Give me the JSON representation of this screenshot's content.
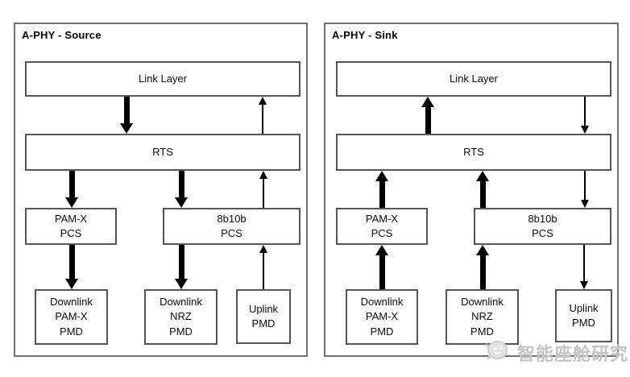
{
  "background": "#ffffff",
  "colors": {
    "panel_border": "#6f6f6f",
    "box_border": "#555555",
    "arrow": "#000000",
    "watermark": "#c3c3c3"
  },
  "panels": {
    "source": {
      "title": "A-PHY - Source",
      "boxes": {
        "link_layer": "Link Layer",
        "rts": "RTS",
        "pam_x_pcs": "PAM-X\nPCS",
        "pcs_8b10b": "8b10b\nPCS",
        "downlink_pam_x_pmd": "Downlink\nPAM-X\nPMD",
        "downlink_nrz_pmd": "Downlink\nNRZ\nPMD",
        "uplink_pmd": "Uplink\nPMD"
      },
      "arrows": [
        {
          "from": "Link Layer",
          "to": "RTS",
          "direction": "down",
          "weight": "thick"
        },
        {
          "from": "RTS",
          "to": "Link Layer",
          "direction": "up",
          "weight": "thin"
        },
        {
          "from": "RTS",
          "to": "PAM-X PCS",
          "direction": "down",
          "weight": "thick"
        },
        {
          "from": "RTS",
          "to": "8b10b PCS",
          "direction": "down",
          "weight": "thick"
        },
        {
          "from": "8b10b PCS",
          "to": "RTS",
          "direction": "up",
          "weight": "thin"
        },
        {
          "from": "PAM-X PCS",
          "to": "Downlink PAM-X PMD",
          "direction": "down",
          "weight": "thick"
        },
        {
          "from": "8b10b PCS",
          "to": "Downlink NRZ PMD",
          "direction": "down",
          "weight": "thick"
        },
        {
          "from": "Uplink PMD",
          "to": "8b10b PCS",
          "direction": "up",
          "weight": "thin"
        }
      ]
    },
    "sink": {
      "title": "A-PHY - Sink",
      "boxes": {
        "link_layer": "Link Layer",
        "rts": "RTS",
        "pam_x_pcs": "PAM-X\nPCS",
        "pcs_8b10b": "8b10b\nPCS",
        "downlink_pam_x_pmd": "Downlink\nPAM-X\nPMD",
        "downlink_nrz_pmd": "Downlink\nNRZ\nPMD",
        "uplink_pmd": "Uplink\nPMD"
      },
      "arrows": [
        {
          "from": "RTS",
          "to": "Link Layer",
          "direction": "up",
          "weight": "thick"
        },
        {
          "from": "Link Layer",
          "to": "RTS",
          "direction": "down",
          "weight": "thin"
        },
        {
          "from": "PAM-X PCS",
          "to": "RTS",
          "direction": "up",
          "weight": "thick"
        },
        {
          "from": "8b10b PCS",
          "to": "RTS",
          "direction": "up",
          "weight": "thick"
        },
        {
          "from": "RTS",
          "to": "8b10b PCS",
          "direction": "down",
          "weight": "thin"
        },
        {
          "from": "Downlink PAM-X PMD",
          "to": "PAM-X PCS",
          "direction": "up",
          "weight": "thick"
        },
        {
          "from": "Downlink NRZ PMD",
          "to": "8b10b PCS",
          "direction": "up",
          "weight": "thick"
        },
        {
          "from": "8b10b PCS",
          "to": "Uplink PMD",
          "direction": "down",
          "weight": "thin"
        }
      ]
    }
  },
  "watermark": {
    "icon": "chat-bubble-mascot-icon",
    "text": "智能座舱研究"
  }
}
